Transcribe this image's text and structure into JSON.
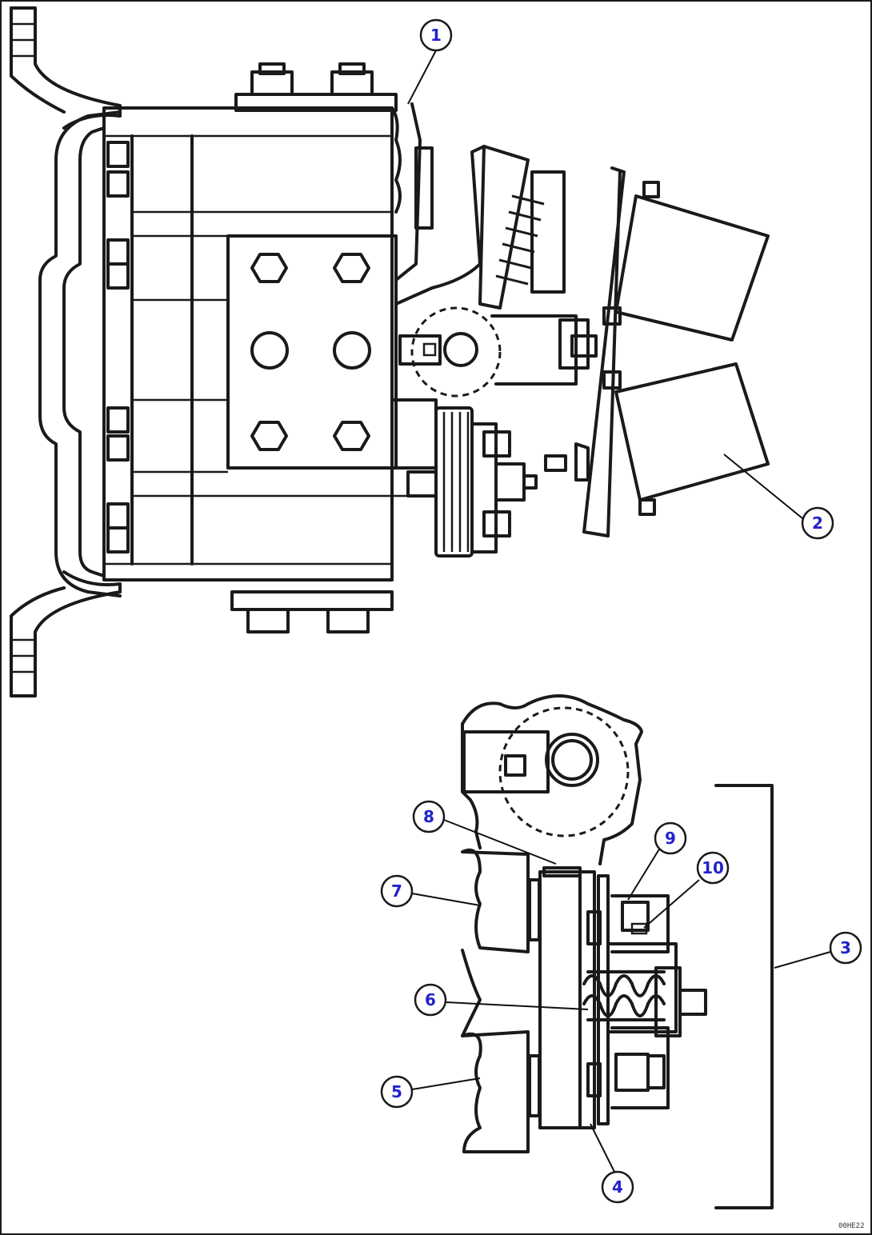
{
  "diagram": {
    "callout_color": "#2222cc",
    "callouts": [
      {
        "id": "1",
        "label": "1"
      },
      {
        "id": "2",
        "label": "2"
      },
      {
        "id": "3",
        "label": "3"
      },
      {
        "id": "4",
        "label": "4"
      },
      {
        "id": "5",
        "label": "5"
      },
      {
        "id": "6",
        "label": "6"
      },
      {
        "id": "7",
        "label": "7"
      },
      {
        "id": "8",
        "label": "8"
      },
      {
        "id": "9",
        "label": "9"
      },
      {
        "id": "10",
        "label": "10"
      }
    ],
    "figure_code": "00HE22"
  }
}
